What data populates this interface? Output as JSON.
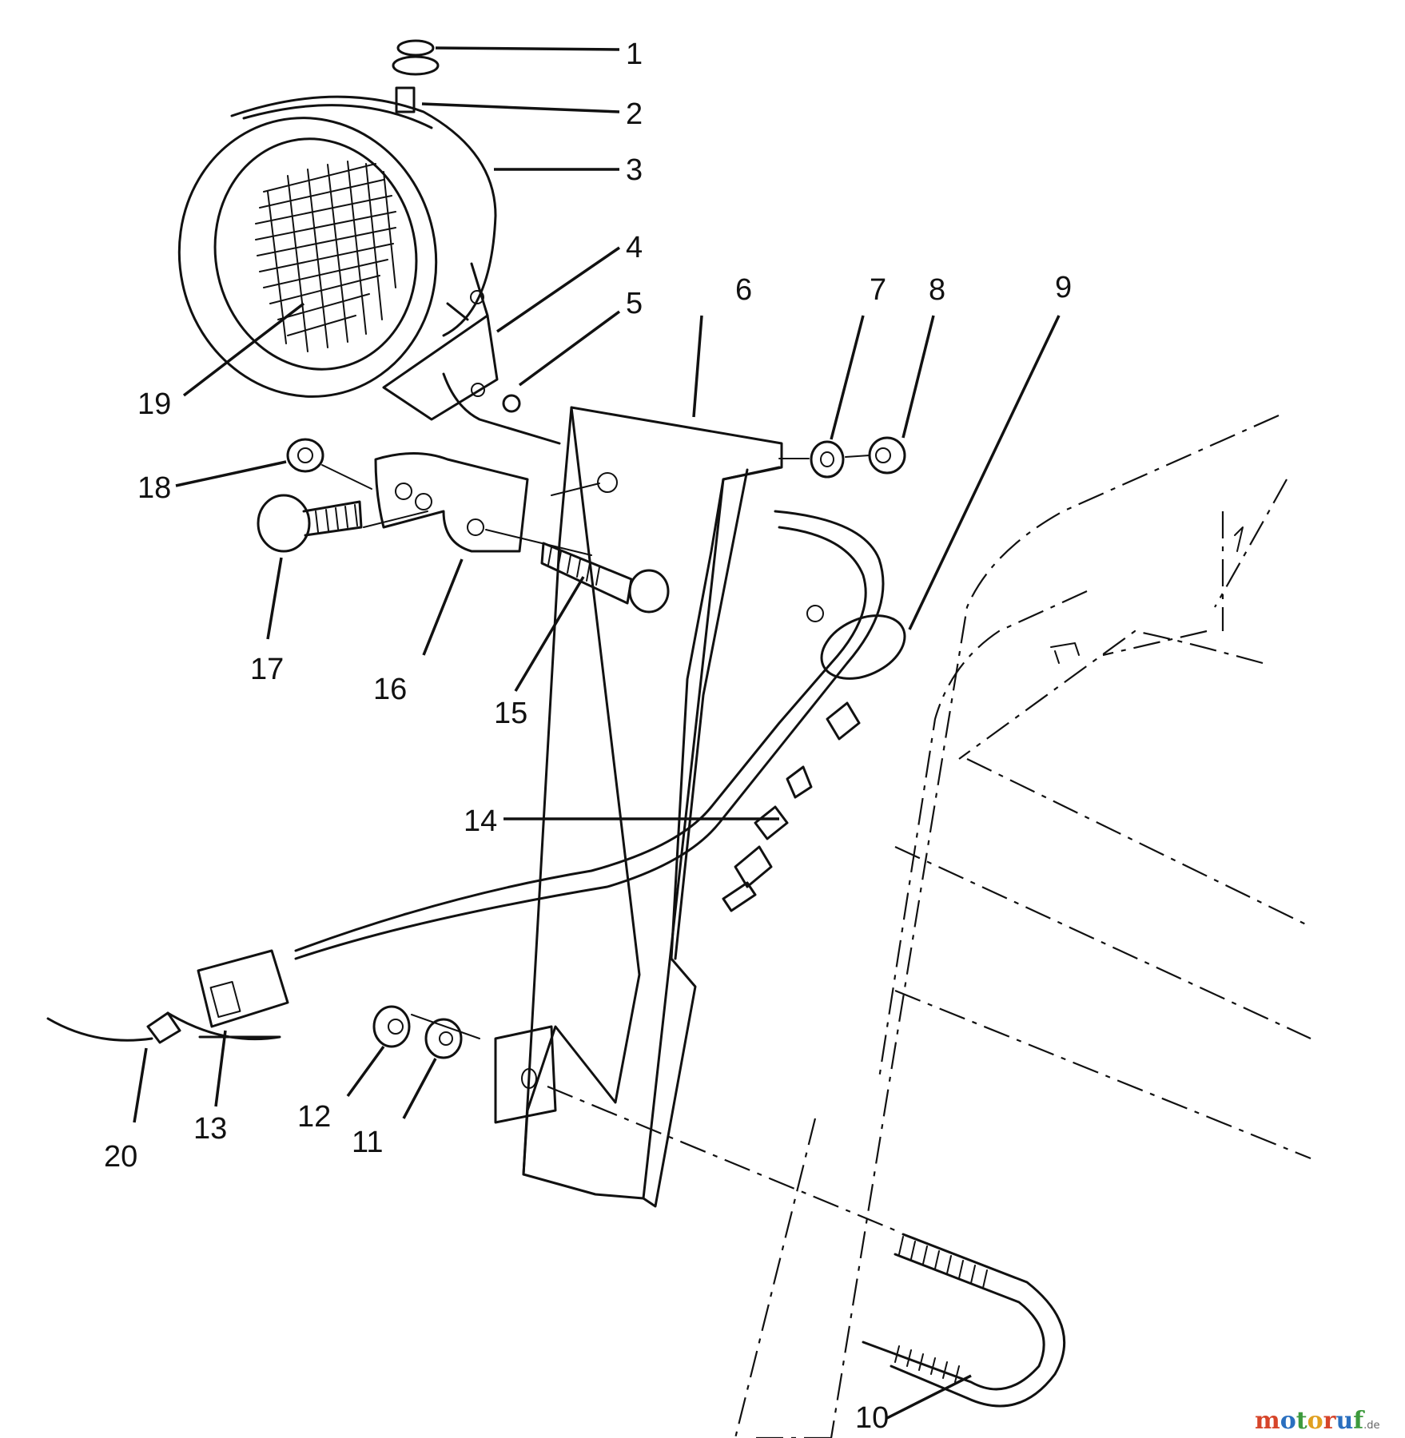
{
  "diagram": {
    "callouts": [
      "1",
      "2",
      "3",
      "4",
      "5",
      "6",
      "7",
      "8",
      "9",
      "10",
      "11",
      "12",
      "13",
      "14",
      "15",
      "16",
      "17",
      "18",
      "19",
      "20"
    ]
  },
  "watermark": {
    "text": "motoruf",
    "suffix": ".de",
    "colors": [
      "#d6452a",
      "#2a6fbf",
      "#3c9a3c",
      "#e0a020"
    ]
  }
}
